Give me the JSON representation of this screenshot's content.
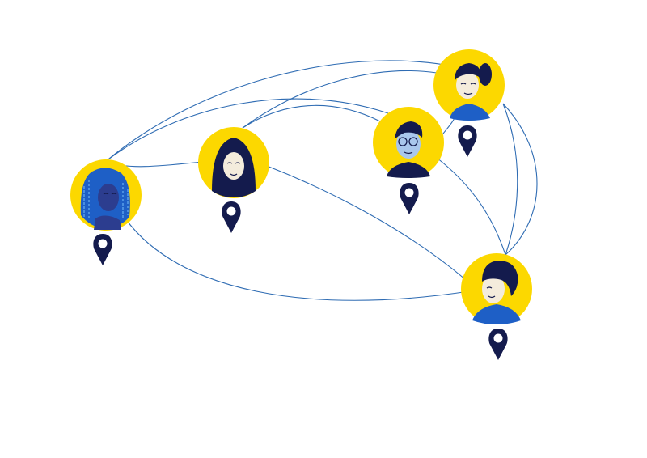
{
  "colors": {
    "background": "#ffffff",
    "circle_fill": "#fcd800",
    "link_stroke": "#2f6cb3",
    "pin_fill": "#141b4d",
    "pin_hole": "#ffffff",
    "skin_light": "#f4ecdc",
    "skin_blue": "#a9c7ec",
    "hair_dark": "#141b4d",
    "hair_blue": "#1e5fc6",
    "skin_dark": "#2c3d8f",
    "shirt_blue": "#1e5fc6"
  },
  "people": [
    {
      "id": "p1",
      "description_icon": "woman-blue-braids-avatar-icon"
    },
    {
      "id": "p2",
      "description_icon": "woman-hijab-avatar-icon"
    },
    {
      "id": "p3",
      "description_icon": "man-glasses-avatar-icon"
    },
    {
      "id": "p4",
      "description_icon": "woman-ponytail-avatar-icon"
    },
    {
      "id": "p5",
      "description_icon": "man-curly-hair-avatar-icon"
    }
  ],
  "links": [
    [
      "p1",
      "p2"
    ],
    [
      "p1",
      "p3"
    ],
    [
      "p1",
      "p4"
    ],
    [
      "p1",
      "p5"
    ],
    [
      "p2",
      "p3"
    ],
    [
      "p2",
      "p4"
    ],
    [
      "p2",
      "p5"
    ],
    [
      "p3",
      "p4"
    ],
    [
      "p3",
      "p5"
    ],
    [
      "p4",
      "p5"
    ]
  ],
  "icons": {
    "pin": "location-pin-icon"
  }
}
